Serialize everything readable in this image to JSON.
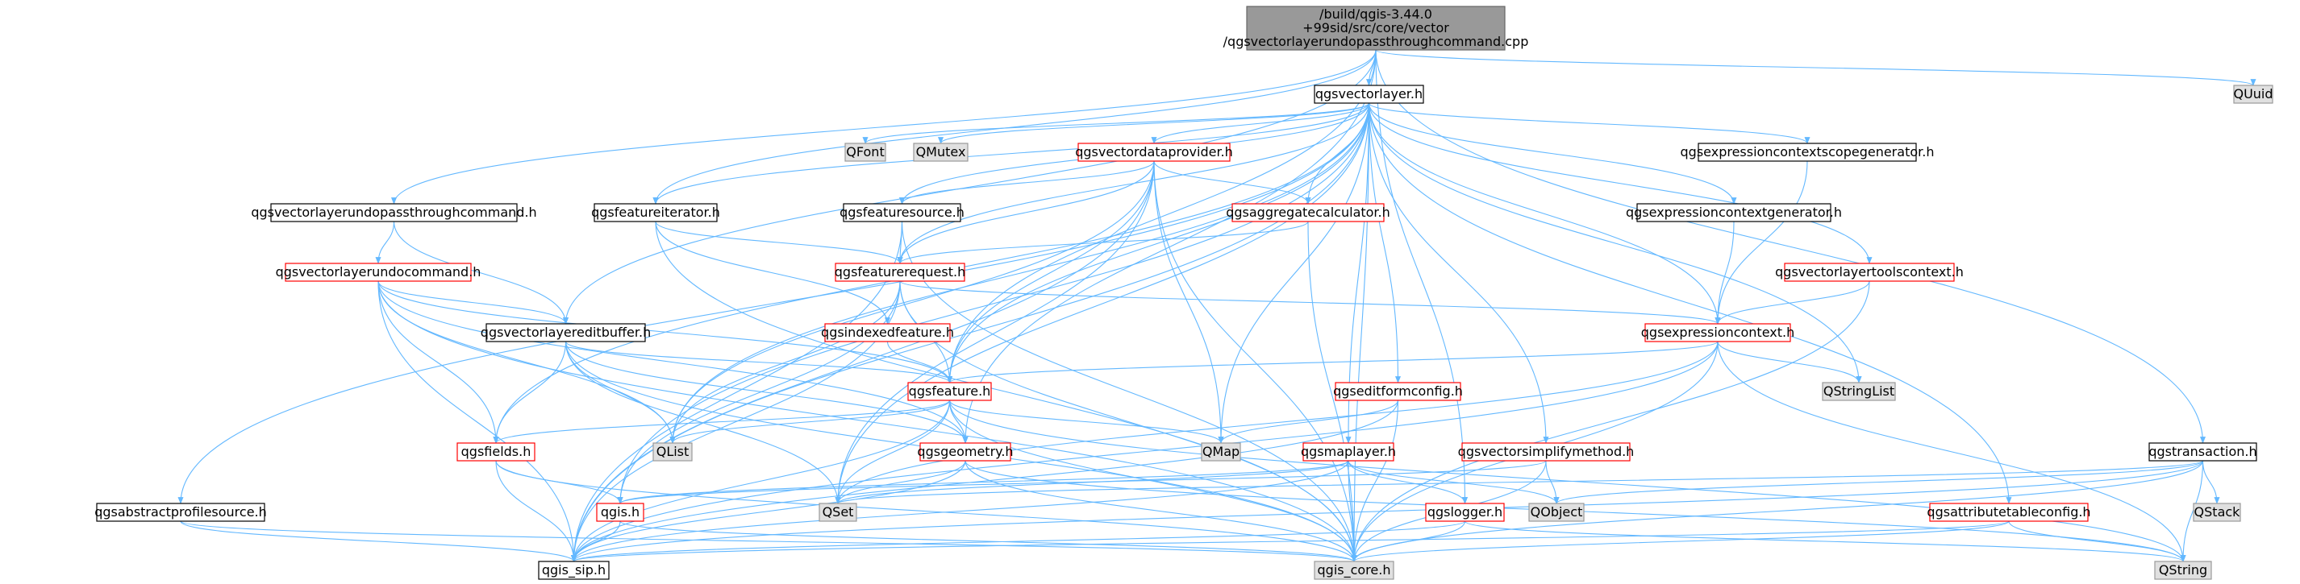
{
  "colors": {
    "edge": "#63b8ff",
    "root_fill": "#999999",
    "root_stroke": "#666666",
    "node_fill": "#ffffff",
    "node_stroke": "#000000",
    "highlight_stroke": "#ff0000",
    "external_fill": "#e0e0e0",
    "external_stroke": "#999999"
  },
  "nodes": {
    "root": {
      "label": "/build/qgis-3.44.0\n+99sid/src/core/vector\n/qgsvectorlayerundopassthroughcommand.cpp",
      "kind": "root"
    },
    "qgsvectorlayer_h": {
      "label": "qgsvectorlayer.h",
      "kind": "normal"
    },
    "quuid": {
      "label": "QUuid",
      "kind": "external"
    },
    "qfont": {
      "label": "QFont",
      "kind": "external"
    },
    "qmutex": {
      "label": "QMutex",
      "kind": "external"
    },
    "qgsvectordataprovider_h": {
      "label": "qgsvectordataprovider.h",
      "kind": "highlight"
    },
    "qgsexpressioncontextscopegenerator_h": {
      "label": "qgsexpressioncontextscopegenerator.h",
      "kind": "normal"
    },
    "qgsvectorlayerundopassthroughcommand_h": {
      "label": "qgsvectorlayerundopassthroughcommand.h",
      "kind": "normal"
    },
    "qgsfeatureiterator_h": {
      "label": "qgsfeatureiterator.h",
      "kind": "normal"
    },
    "qgsfeaturesource_h": {
      "label": "qgsfeaturesource.h",
      "kind": "normal"
    },
    "qgsaggregatecalculator_h": {
      "label": "qgsaggregatecalculator.h",
      "kind": "highlight"
    },
    "qgsexpressioncontextgenerator_h": {
      "label": "qgsexpressioncontextgenerator.h",
      "kind": "normal"
    },
    "qgsvectorlayerundocommand_h": {
      "label": "qgsvectorlayerundocommand.h",
      "kind": "highlight"
    },
    "qgsfeaturerequest_h": {
      "label": "qgsfeaturerequest.h",
      "kind": "highlight"
    },
    "qgsvectorlayertoolscontext_h": {
      "label": "qgsvectorlayertoolscontext.h",
      "kind": "highlight"
    },
    "qgsvectorlayereditbuffer_h": {
      "label": "qgsvectorlayereditbuffer.h",
      "kind": "normal"
    },
    "qgsindexedfeature_h": {
      "label": "qgsindexedfeature.h",
      "kind": "highlight"
    },
    "qgsexpressioncontext_h": {
      "label": "qgsexpressioncontext.h",
      "kind": "highlight"
    },
    "qgsfeature_h": {
      "label": "qgsfeature.h",
      "kind": "highlight"
    },
    "qgseditformconfig_h": {
      "label": "qgseditformconfig.h",
      "kind": "highlight"
    },
    "qstringlist": {
      "label": "QStringList",
      "kind": "external"
    },
    "qgsfields_h": {
      "label": "qgsfields.h",
      "kind": "highlight"
    },
    "qlist": {
      "label": "QList",
      "kind": "external"
    },
    "qgsgeometry_h": {
      "label": "qgsgeometry.h",
      "kind": "highlight"
    },
    "qmap": {
      "label": "QMap",
      "kind": "external"
    },
    "qgsmaplayer_h": {
      "label": "qgsmaplayer.h",
      "kind": "highlight"
    },
    "qgsvectorsimplifymethod_h": {
      "label": "qgsvectorsimplifymethod.h",
      "kind": "highlight"
    },
    "qgstransaction_h": {
      "label": "qgstransaction.h",
      "kind": "normal"
    },
    "qgsabstractprofilesource_h": {
      "label": "qgsabstractprofilesource.h",
      "kind": "normal"
    },
    "qgis_h": {
      "label": "qgis.h",
      "kind": "highlight"
    },
    "qset": {
      "label": "QSet",
      "kind": "external"
    },
    "qobject": {
      "label": "QObject",
      "kind": "external"
    },
    "qgslogger_h": {
      "label": "qgslogger.h",
      "kind": "highlight"
    },
    "qstack": {
      "label": "QStack",
      "kind": "external"
    },
    "qgsattributetableconfig_h": {
      "label": "qgsattributetableconfig.h",
      "kind": "highlight"
    },
    "qgis_sip_h": {
      "label": "qgis_sip.h",
      "kind": "normal"
    },
    "qgis_core_h": {
      "label": "qgis_core.h",
      "kind": "external"
    },
    "qstring": {
      "label": "QString",
      "kind": "external"
    }
  }
}
